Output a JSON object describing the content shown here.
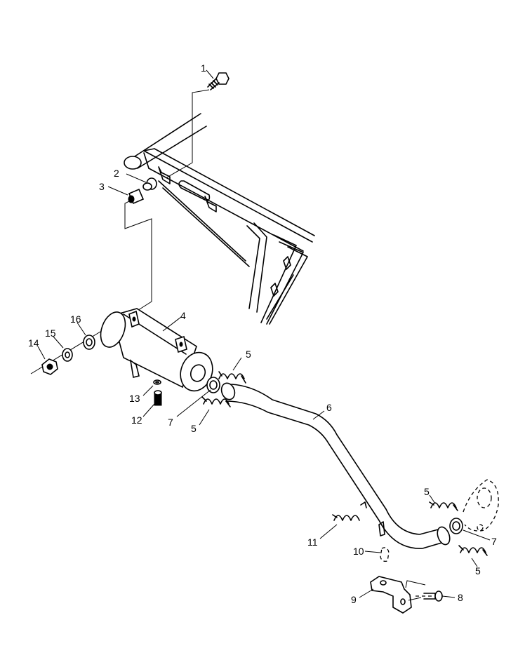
{
  "callouts": {
    "c1": "1",
    "c2": "2",
    "c3": "3",
    "c4": "4",
    "c5a": "5",
    "c5b": "5",
    "c5c": "5",
    "c5d": "5",
    "c6": "6",
    "c7a": "7",
    "c7b": "7",
    "c8": "8",
    "c9": "9",
    "c10": "10",
    "c11": "11",
    "c12": "12",
    "c13": "13",
    "c14": "14",
    "c15": "15",
    "c16": "16"
  }
}
